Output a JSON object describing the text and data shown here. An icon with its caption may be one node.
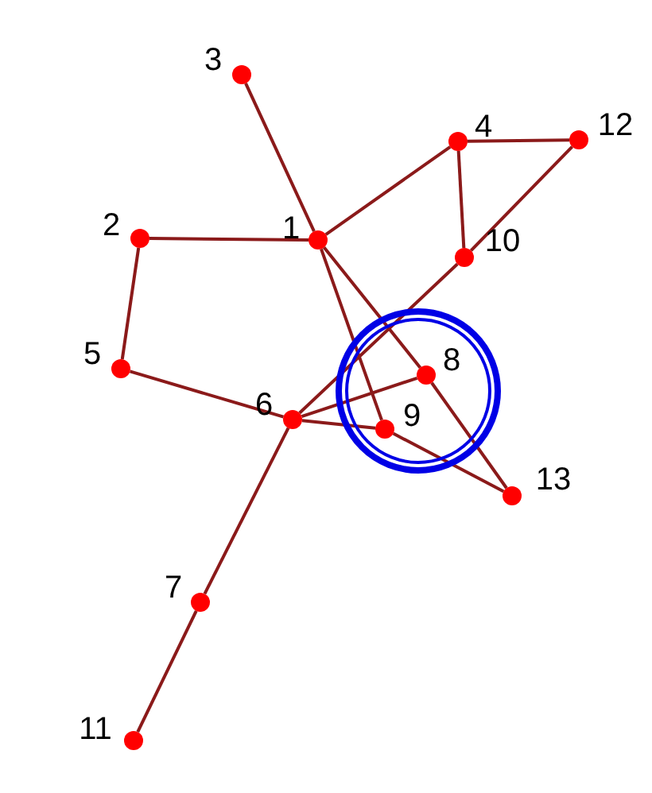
{
  "diagram": {
    "nodes": [
      {
        "text": [],
        "shape": "circle",
        "beside": [
          "1"
        ]
      },
      {
        "text": [],
        "shape": "circle",
        "beside": [
          "2"
        ]
      },
      {
        "text": [],
        "shape": "circle",
        "beside": [
          "3"
        ]
      },
      {
        "text": [],
        "shape": "circle",
        "beside": [
          "4"
        ]
      },
      {
        "text": [],
        "shape": "circle",
        "beside": [
          "5"
        ]
      },
      {
        "text": [],
        "shape": "circle",
        "beside": [
          "6"
        ]
      },
      {
        "text": [],
        "shape": "circle",
        "beside": [
          "7"
        ]
      },
      {
        "text": [],
        "shape": "circle",
        "beside": [
          "8"
        ]
      },
      {
        "text": [],
        "shape": "circle",
        "beside": [
          "9"
        ]
      },
      {
        "text": [],
        "shape": "circle",
        "beside": [
          "10"
        ]
      },
      {
        "text": [],
        "shape": "circle",
        "beside": [
          "11"
        ]
      },
      {
        "text": [],
        "shape": "circle",
        "beside": [
          "12"
        ]
      },
      {
        "text": [],
        "shape": "circle",
        "beside": [
          "13"
        ]
      }
    ],
    "edges": [
      {
        "from": 0,
        "to": 2,
        "arrow": "none"
      },
      {
        "from": 0,
        "to": 1,
        "arrow": "none"
      },
      {
        "from": 0,
        "to": 3,
        "arrow": "none"
      },
      {
        "from": 0,
        "to": 7,
        "arrow": "none"
      },
      {
        "from": 0,
        "to": 8,
        "arrow": "none"
      },
      {
        "from": 1,
        "to": 4,
        "arrow": "none"
      },
      {
        "from": 4,
        "to": 5,
        "arrow": "none"
      },
      {
        "from": 3,
        "to": 11,
        "arrow": "none"
      },
      {
        "from": 3,
        "to": 9,
        "arrow": "none"
      },
      {
        "from": 9,
        "to": 11,
        "arrow": "none"
      },
      {
        "from": 9,
        "to": 5,
        "arrow": "none"
      },
      {
        "from": 5,
        "to": 7,
        "arrow": "none"
      },
      {
        "from": 5,
        "to": 8,
        "arrow": "none"
      },
      {
        "from": 5,
        "to": 6,
        "arrow": "none"
      },
      {
        "from": 6,
        "to": 10,
        "arrow": "none"
      },
      {
        "from": 7,
        "to": 12,
        "arrow": "none"
      },
      {
        "from": 8,
        "to": 12,
        "arrow": "none"
      }
    ]
  }
}
